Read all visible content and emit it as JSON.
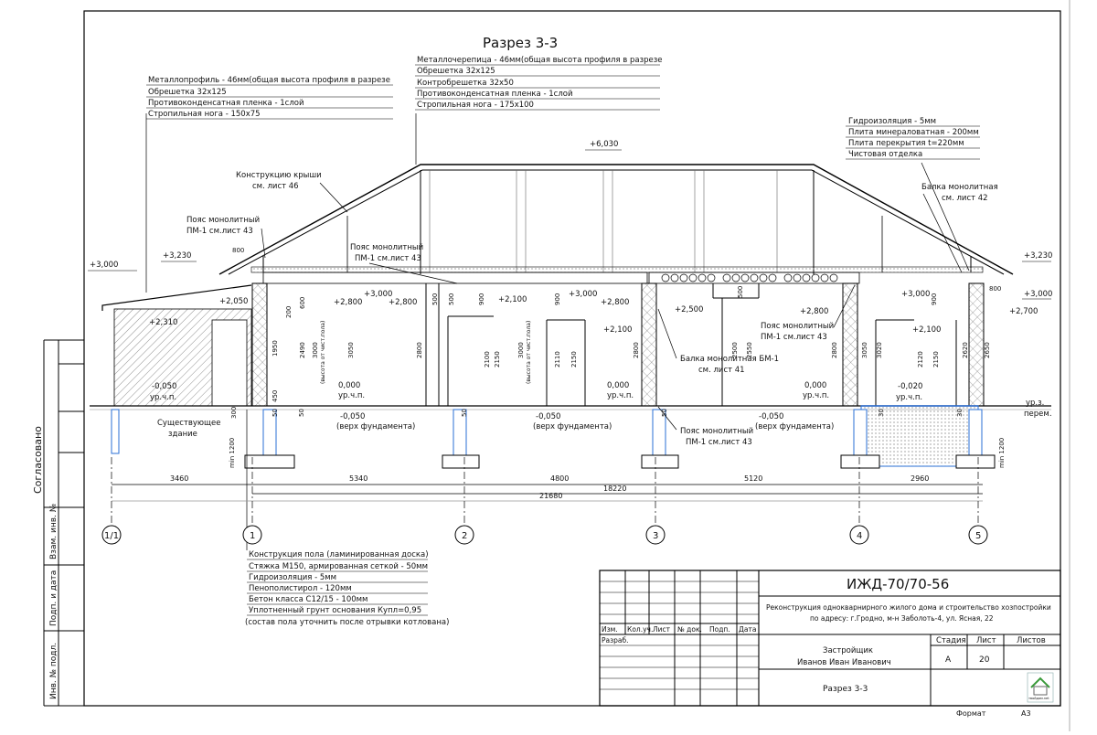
{
  "title": "Разрез 3-3",
  "roof_left": [
    "Металлопрофиль - 46мм(общая высота профиля в разрезе",
    "Обрешетка 32х125",
    "Противоконденсатная пленка - 1слой",
    "Стропильная нога - 150х75"
  ],
  "roof_mid": [
    "Металлочерепица - 46мм(общая высота профиля в разрезе",
    "Обрешетка 32х125",
    "Контробрешетка 32х50",
    "Противоконденсатная пленка - 1слой",
    "Стропильная нога - 175х100"
  ],
  "roof_right": [
    "Гидроизоляция - 5мм",
    "Плита минераловатная - 200мм",
    "Плита перекрытия t=220мм",
    "Чистовая отделка"
  ],
  "roof_struct": [
    "Конструкцию крыши",
    "см. лист 46"
  ],
  "poyas_left": [
    "Пояс монолитный",
    "ПМ-1 см.лист 43"
  ],
  "poyas_mid": [
    "Пояс монолитный",
    "ПМ-1 см.лист 43"
  ],
  "poyas_right": [
    "Пояс монолитный",
    "ПМ-1 см.лист 43"
  ],
  "poyas_bottom": [
    "Пояс монолитный",
    "ПМ-1 см.лист 43"
  ],
  "balka_right": [
    "Балка монолитная",
    "см. лист 42"
  ],
  "balka_mid": [
    "Балка монолитная БМ-1",
    "см. лист 41"
  ],
  "existing": [
    "Существующее",
    "здание"
  ],
  "floor_notes": [
    "Конструкция пола (ламинированная доска)",
    "Стяжка М150, армированная сеткой - 50мм",
    "Гидроизоляция - 5мм",
    "Пенополистирол - 120мм",
    "Бетон класса С12/15 - 100мм",
    "Уплотненный грунт основания Купл=0,95",
    "(состав пола уточнить после отрывки котлована)"
  ],
  "elevations": {
    "ridge": "+6,030",
    "e3000_left": "+3,000",
    "e3230_left": "+3,230",
    "e2050": "+2,050",
    "e2310": "+2,310",
    "e2800a": "+2,800",
    "e3000b": "+3,000",
    "e2800b": "+2,800",
    "e2100a": "+2,100",
    "e3000c": "+3,000",
    "e2800c": "+2,800",
    "e2100b": "+2,100",
    "e2500": "+2,500",
    "e2800d": "+2,800",
    "e3000r": "+3,000",
    "e3230r": "+3,230",
    "e3000rr": "+3,000",
    "e2700": "+2,700",
    "e2100c": "+2,100",
    "m050": "-0,050",
    "m050b": "-0,050",
    "m050c": "-0,050",
    "m050d": "-0,050",
    "m020": "-0,020",
    "z1": "0,000",
    "z2": "0,000",
    "z3": "0,000",
    "ground": "ур.з.",
    "ground2": "перем."
  },
  "level_floor": "ур.ч.п.",
  "top_fnd": "(верх фундамента)",
  "clean_floor": "(высота от чист.пола)",
  "axes": [
    "1/1",
    "1",
    "2",
    "3",
    "4",
    "5"
  ],
  "dims": {
    "d3460": "3460",
    "d5340": "5340",
    "d4800": "4800",
    "d5120": "5120",
    "d2960": "2960",
    "d18220": "18220",
    "d21680": "21680",
    "d800a": "800",
    "d800b": "800"
  },
  "vdims": [
    "1950",
    "2490",
    "3000",
    "3050",
    "2800",
    "2100",
    "2150",
    "3000",
    "2110",
    "2150",
    "2800",
    "2500",
    "2550",
    "2800",
    "3050",
    "3020",
    "2120",
    "2150",
    "2620",
    "2650",
    "600",
    "200",
    "500",
    "500",
    "900",
    "900",
    "500",
    "900",
    "450",
    "300",
    "50",
    "50",
    "50",
    "50",
    "30",
    "30",
    "min 1200",
    "min 1200"
  ],
  "side_labels": [
    "Согласовано",
    "Взам. инв. №",
    "Подп. и дата",
    "Инв. № подл."
  ],
  "stamp": {
    "code": "ИЖД-70/70-56",
    "desc1": "Реконструкция однокварнирного жилого дома и строительство хозпостройки",
    "desc2": "по адресу: г.Гродно, м-н Заболоть-4, ул. Ясная, 22",
    "cols": [
      "Изм.",
      "Кол.уч.",
      "Лист",
      "№ док.",
      "Подп.",
      "Дата"
    ],
    "razrab": "Разраб.",
    "client1": "Застройщик",
    "client2": "Иванов Иван Иванович",
    "stage_h": "Стадия",
    "sheet_h": "Лист",
    "sheets_h": "Листов",
    "stage": "А",
    "sheet": "20",
    "sheet_title": "Разрез 3-3",
    "logo_text": "твойдом.net",
    "format_label": "Формат",
    "format": "А3"
  }
}
